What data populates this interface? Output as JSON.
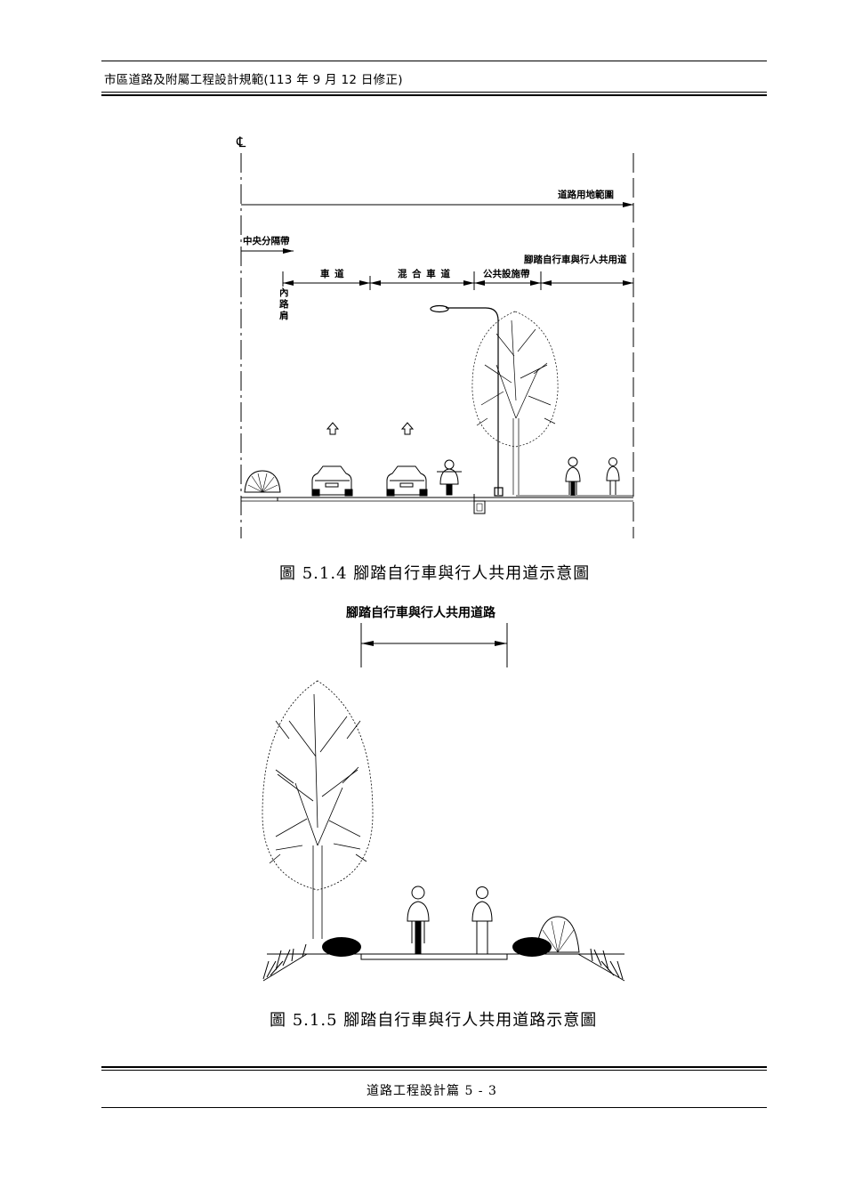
{
  "header": {
    "title": "市區道路及附屬工程設計規範(113 年 9 月 12 日修正)"
  },
  "figure1": {
    "centerline_symbol": "℄",
    "labels": {
      "road_range": "道路用地範圍",
      "median": "中央分隔帶",
      "lane": "車 道",
      "mixed_lane": "混 合 車 道",
      "utility_strip": "公共設施帶",
      "shared_path": "腳踏自行車與行人共用道",
      "inner_shoulder": "內路肩"
    },
    "caption": "圖 5.1.4  腳踏自行車與行人共用道示意圖"
  },
  "figure2": {
    "dimension_label": "腳踏自行車與行人共用道路",
    "caption": "圖 5.1.5  腳踏自行車與行人共用道路示意圖"
  },
  "footer": {
    "text": "道路工程設計篇 5 - 3"
  }
}
